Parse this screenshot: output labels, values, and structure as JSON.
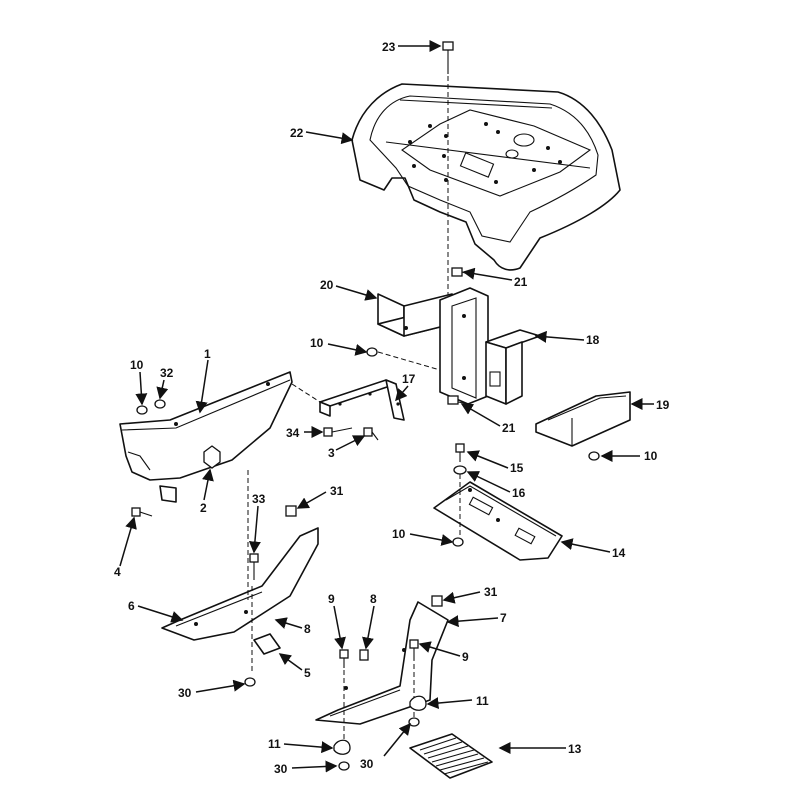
{
  "callouts": [
    {
      "text": "23"
    },
    {
      "text": "22"
    },
    {
      "text": "21"
    },
    {
      "text": "20"
    },
    {
      "text": "18"
    },
    {
      "text": "10"
    },
    {
      "text": "1"
    },
    {
      "text": "10"
    },
    {
      "text": "32"
    },
    {
      "text": "17"
    },
    {
      "text": "19"
    },
    {
      "text": "21"
    },
    {
      "text": "34"
    },
    {
      "text": "3"
    },
    {
      "text": "15"
    },
    {
      "text": "10"
    },
    {
      "text": "2"
    },
    {
      "text": "16"
    },
    {
      "text": "33"
    },
    {
      "text": "31"
    },
    {
      "text": "10"
    },
    {
      "text": "14"
    },
    {
      "text": "4"
    },
    {
      "text": "6"
    },
    {
      "text": "8"
    },
    {
      "text": "9"
    },
    {
      "text": "8"
    },
    {
      "text": "31"
    },
    {
      "text": "7"
    },
    {
      "text": "5"
    },
    {
      "text": "9"
    },
    {
      "text": "30"
    },
    {
      "text": "11"
    },
    {
      "text": "11"
    },
    {
      "text": "13"
    },
    {
      "text": "30"
    },
    {
      "text": "30"
    }
  ]
}
